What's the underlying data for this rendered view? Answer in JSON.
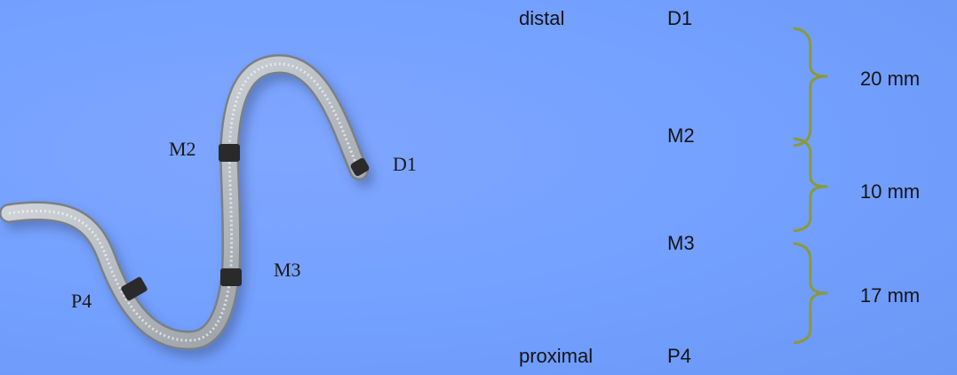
{
  "photo": {
    "labels": {
      "m2": "M2",
      "d1": "D1",
      "m3": "M3",
      "p4": "P4"
    }
  },
  "schematic": {
    "distal_label": "distal",
    "proximal_label": "proximal",
    "markers": [
      "D1",
      "M2",
      "M3",
      "P4"
    ],
    "segments": [
      {
        "from": "D1",
        "to": "M2",
        "length": "20 mm"
      },
      {
        "from": "M2",
        "to": "M3",
        "length": "10 mm"
      },
      {
        "from": "M3",
        "to": "P4",
        "length": "17 mm"
      }
    ],
    "bracket_color": "#8a9a3a"
  },
  "colors": {
    "background": "#73a0ff",
    "text": "#141414",
    "marker_band": "#2a2a2a"
  }
}
